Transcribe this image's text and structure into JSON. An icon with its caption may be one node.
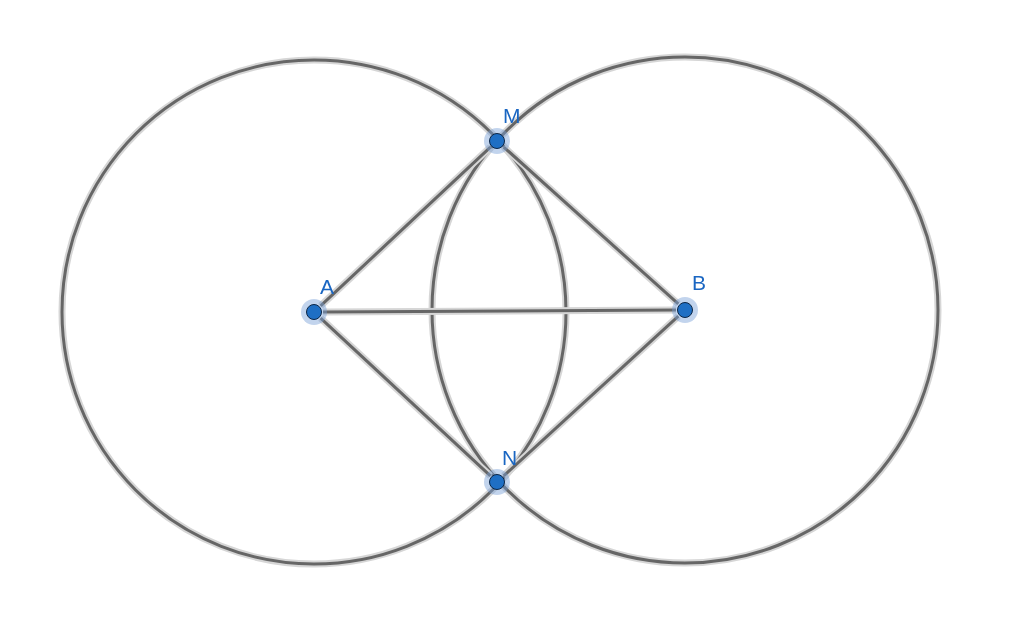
{
  "diagram": {
    "nodes": [
      {
        "text": [
          "M"
        ]
      },
      {
        "text": [
          "A"
        ]
      },
      {
        "text": [
          "B"
        ]
      },
      {
        "text": [
          "N"
        ]
      }
    ],
    "edges": [
      {
        "from": 1,
        "to": 0,
        "arrow": "none"
      },
      {
        "from": 0,
        "to": 2,
        "arrow": "none"
      },
      {
        "from": 1,
        "to": 2,
        "arrow": "none"
      },
      {
        "from": 1,
        "to": 3,
        "arrow": "none"
      },
      {
        "from": 3,
        "to": 2,
        "arrow": "none"
      }
    ]
  }
}
